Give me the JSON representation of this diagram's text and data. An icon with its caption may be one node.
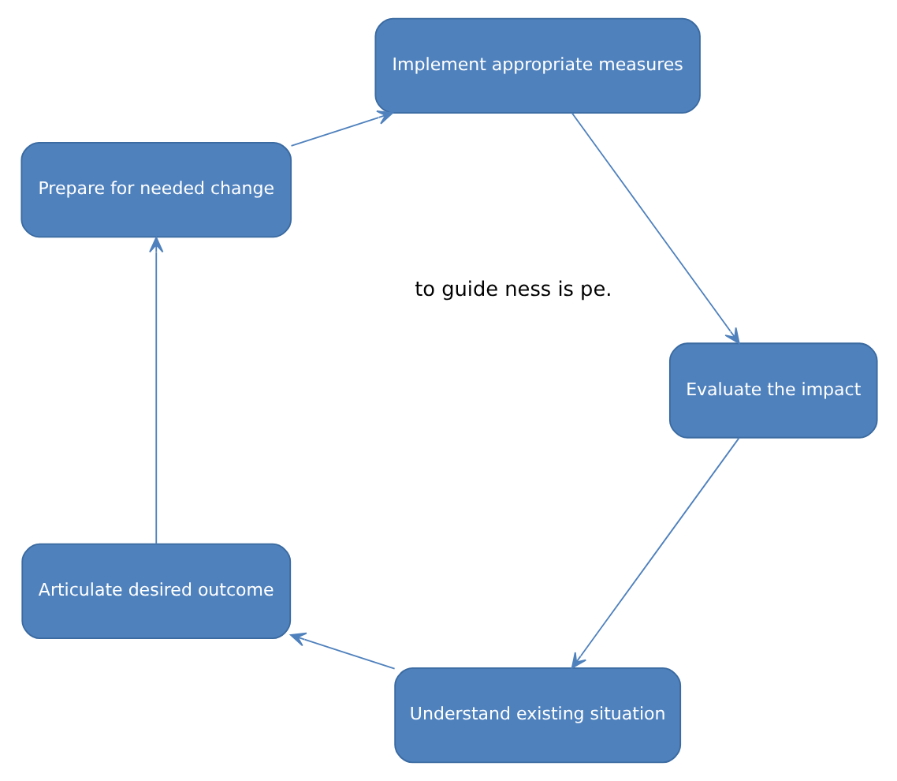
{
  "diagram": {
    "nodes": [
      {
        "text": [
          "Understand existing situation"
        ]
      },
      {
        "text": [
          "Articulate desired outcome"
        ]
      },
      {
        "text": [
          "Prepare for needed change"
        ]
      },
      {
        "text": [
          "Implement appropriate measures"
        ]
      },
      {
        "text": [
          "Evaluate the impact"
        ]
      }
    ],
    "edges": [
      {
        "from": 0,
        "to": 1,
        "arrow": "to"
      },
      {
        "from": 1,
        "to": 2,
        "arrow": "to"
      },
      {
        "from": 2,
        "to": 3,
        "arrow": "to"
      },
      {
        "from": 3,
        "to": 4,
        "arrow": "to"
      },
      {
        "from": 4,
        "to": 0,
        "arrow": "to"
      }
    ],
    "labels": [
      "to guide ness is pe."
    ]
  }
}
